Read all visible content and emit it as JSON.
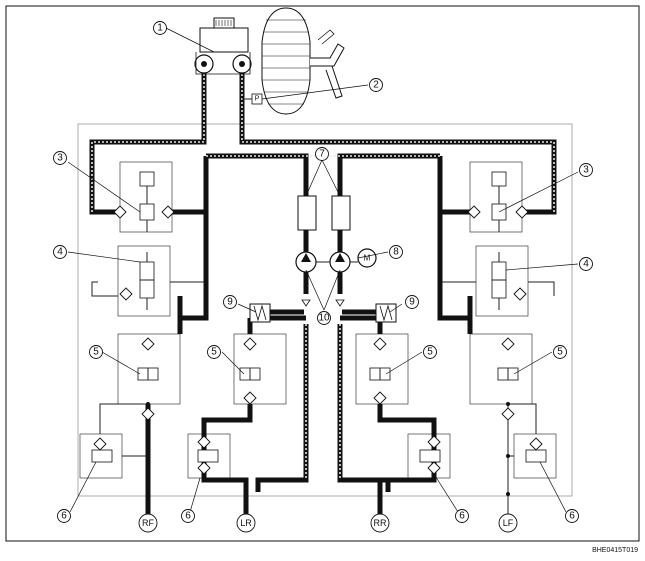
{
  "callouts": [
    "1",
    "2",
    "3",
    "3",
    "4",
    "4",
    "5",
    "5",
    "5",
    "5",
    "6",
    "6",
    "6",
    "6",
    "7",
    "8",
    "9",
    "9",
    "10"
  ],
  "wheels": [
    "RF",
    "LR",
    "RR",
    "LF"
  ],
  "motor_label": "M",
  "sensor_label": "P",
  "figure_code": "BHE0415T019"
}
